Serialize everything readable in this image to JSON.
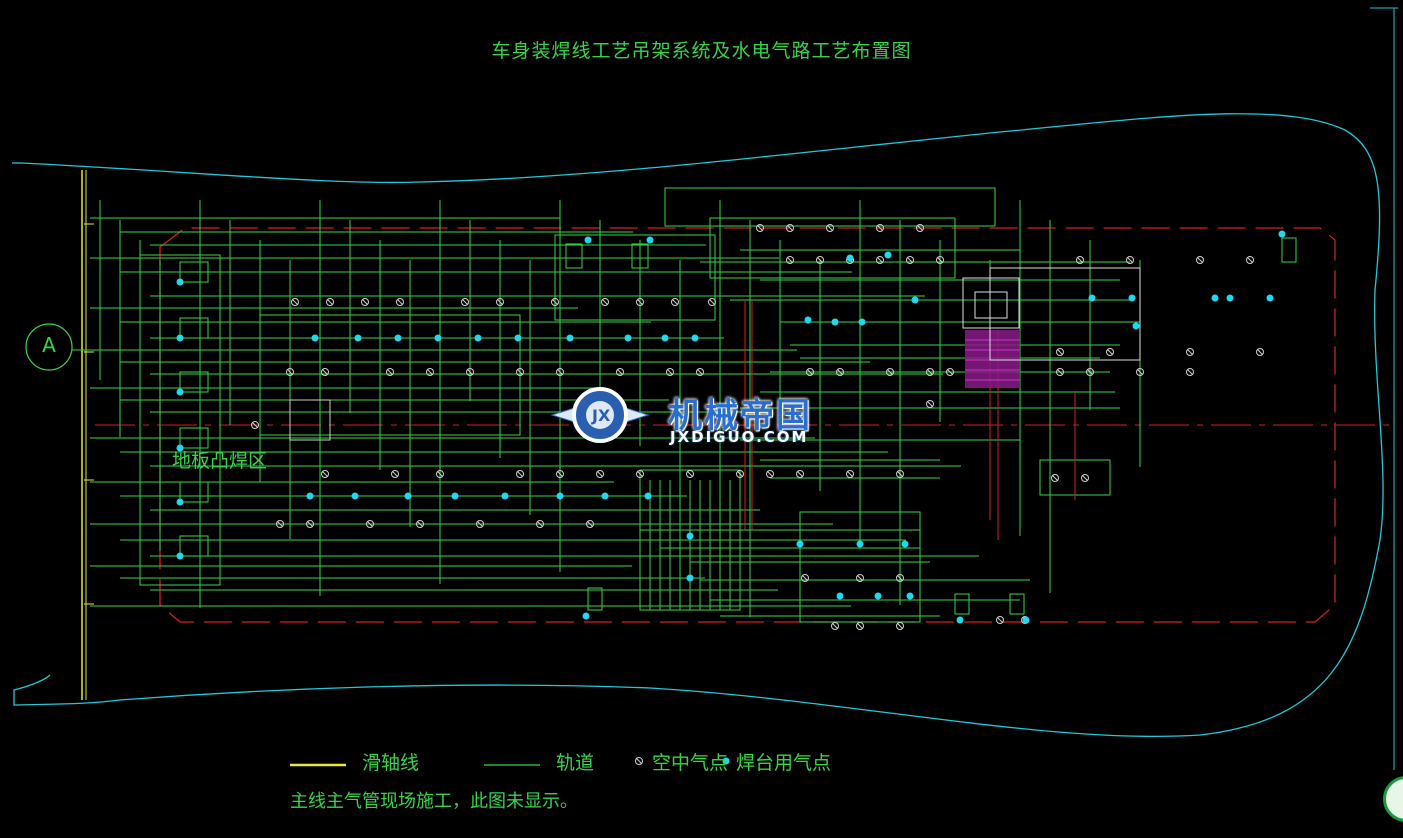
{
  "title": "车身装焊线工艺吊架系统及水电气路工艺布置图",
  "zone_label": "地板凸焊区",
  "axis_label": "A",
  "legend": {
    "slide_axis": "滑轴线",
    "track": "轨道",
    "air_point": "空中气点",
    "weld_air_point": "焊台用气点"
  },
  "note": "主线主气管现场施工，此图未显示。",
  "watermark": {
    "cn": "机械帝国",
    "en": "JXDIGUO.COM"
  },
  "colors": {
    "background": "#000000",
    "outline": "#22c8d8",
    "drawing_green": "#37d44a",
    "yellow": "#e8e840",
    "red": "#d42020",
    "white": "#e0e0e0",
    "magenta": "#c020c0"
  }
}
